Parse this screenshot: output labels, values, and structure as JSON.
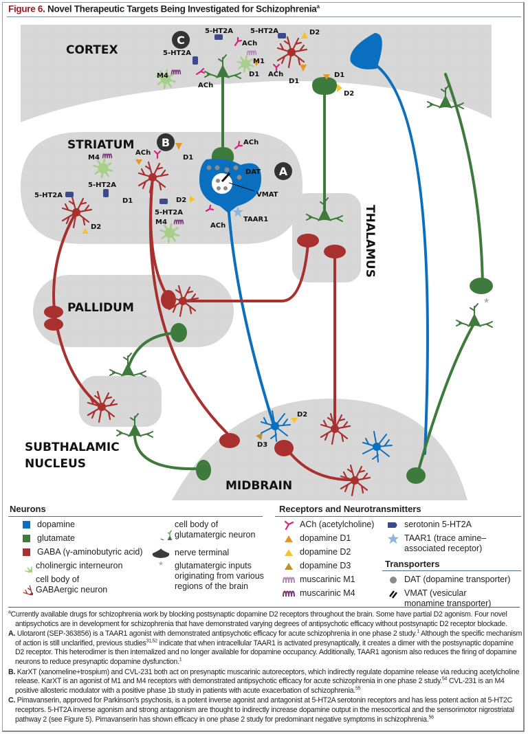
{
  "figure": {
    "label": "Figure 6",
    "title": ". Novel Therapeutic Targets Being Investigated for Schizophrenia",
    "title_sup": "a"
  },
  "colors": {
    "dopamine": "#0a6fbf",
    "glutamate": "#3e7a3c",
    "gaba": "#a8302e",
    "cholinergic": "#a8cf8a",
    "ach": "#d4237a",
    "d1": "#e3962a",
    "d2": "#f4c430",
    "d3": "#b8962a",
    "ht2a": "#3c4a8c",
    "taar1": "#8fb5da",
    "m1": "#b58ab5",
    "m4": "#7a3a7a",
    "region": "#d9d9d9",
    "badge": "#333333",
    "title_accent": "#9b1b24"
  },
  "regions": {
    "cortex": "CORTEX",
    "striatum": "STRIATUM",
    "thalamus": "THALAMUS",
    "pallidum": "PALLIDUM",
    "subthalamic_line1": "SUBTHALAMIC",
    "subthalamic_line2": "NUCLEUS",
    "midbrain": "MIDBRAIN"
  },
  "badges": {
    "a": "A",
    "b": "B",
    "c": "C"
  },
  "labels": {
    "ht2a": "5-HT2A",
    "ach": "ACh",
    "m1": "M1",
    "m4": "M4",
    "d1": "D1",
    "d2": "D2",
    "d3": "D3",
    "dat": "DAT",
    "vmat": "VMAT",
    "taar1": "TAAR1"
  },
  "legend": {
    "neurons": {
      "heading": "Neurons",
      "items": [
        {
          "icon": "square-dopamine",
          "text": "dopamine"
        },
        {
          "icon": "square-glutamate",
          "text": "glutamate"
        },
        {
          "icon": "square-gaba",
          "text": "GABA (γ-aminobutyric acid)"
        },
        {
          "icon": "cholinergic-interneuron",
          "text": "cholinergic interneuron"
        },
        {
          "icon": "gabaergic-cell-body",
          "text_line1": "cell body of",
          "text_line2": "GABAergic neuron"
        },
        {
          "icon": "glutamatergic-cell-body",
          "text_line1": "cell body of",
          "text_line2": "glutamatergic neuron"
        },
        {
          "icon": "nerve-terminal",
          "text": "nerve terminal"
        },
        {
          "icon": "asterisk",
          "text_line1": "glutamatergic inputs",
          "text_line2": "originating from various",
          "text_line3": "regions of the brain"
        }
      ]
    },
    "receptors": {
      "heading": "Receptors and Neurotransmitters",
      "items": [
        {
          "icon": "ach",
          "text": "ACh (acetylcholine)"
        },
        {
          "icon": "d1",
          "text": "dopamine D1"
        },
        {
          "icon": "d2",
          "text": "dopamine D2"
        },
        {
          "icon": "d3",
          "text": "dopamine D3"
        },
        {
          "icon": "m1",
          "text": "muscarinic M1"
        },
        {
          "icon": "m4",
          "text": "muscarinic M4"
        },
        {
          "icon": "ht2a",
          "text": "serotonin 5-HT2A"
        },
        {
          "icon": "taar1",
          "text_line1": "TAAR1 (trace amine–",
          "text_line2": "associated receptor)"
        }
      ]
    },
    "transporters": {
      "heading": "Transporters",
      "items": [
        {
          "icon": "dat",
          "text": "DAT (dopamine transporter)"
        },
        {
          "icon": "vmat",
          "text_line1": "VMAT (vesicular",
          "text_line2": "monamine transporter)"
        }
      ]
    }
  },
  "notes": {
    "intro_sup": "a",
    "intro": "Currently available drugs for schizophrenia work by blocking postsynaptic dopamine D2 receptors throughout the brain. Some have partial D2 agonism. Four novel antipsychotics are in development for schizophrenia that have demonstrated varying degrees of antipsychotic efficacy without postsynaptic D2 receptor blockade.",
    "a_label": "A.",
    "a_part1": "Ulotaront (SEP-363856) is a TAAR1 agonist with demonstrated antipsychotic efficacy for acute schizophrenia in one phase 2 study.",
    "a_ref1": "1",
    "a_part2": " Although the specific mechanism of action is still unclarified, previous studies",
    "a_ref2": "31,52",
    "a_part3": " indicate that when intracellular TAAR1 is activated presynaptically, it creates a dimer with the postsynaptic dopamine D2 receptor. This heterodimer is then internalized and no longer available for dopamine occupancy. Additionally, TAAR1 agonism also reduces the firing of dopamine neurons to reduce presynaptic dopamine dysfunction.",
    "a_ref3": "1",
    "b_label": "B.",
    "b_part1": "KarXT (xanomeline+trospium) and CVL-231 both act on presynaptic muscarinic autoreceptors, which indirectly regulate dopamine release via reducing acetylcholine release. KarXT is an agonist of M1 and M4 receptors with demonstrated antipsychotic efficacy for acute schizophrenia in one phase 2 study.",
    "b_ref1": "54",
    "b_part2": " CVL-231 is an M4 positive allosteric modulator with a positive phase 1b study in patients with acute exacerbation of schizophrenia.",
    "b_ref2": "55",
    "c_label": "C.",
    "c_part1": "Pimavanserin, approved for Parkinson’s psychosis, is a potent inverse agonist and antagonist at 5-HT2A serotonin receptors and has less potent action at 5-HT2C receptors. 5-HT2A inverse agonism and strong antagonism are thought to indirectly increase dopamine output in the mesocortical and the sensorimotor nigrostriatal pathway 2 (see Figure 5). Pimavanserin has shown efficacy in one phase 2 study for predominant negative symptoms in schizophrenia.",
    "c_ref1": "56"
  }
}
